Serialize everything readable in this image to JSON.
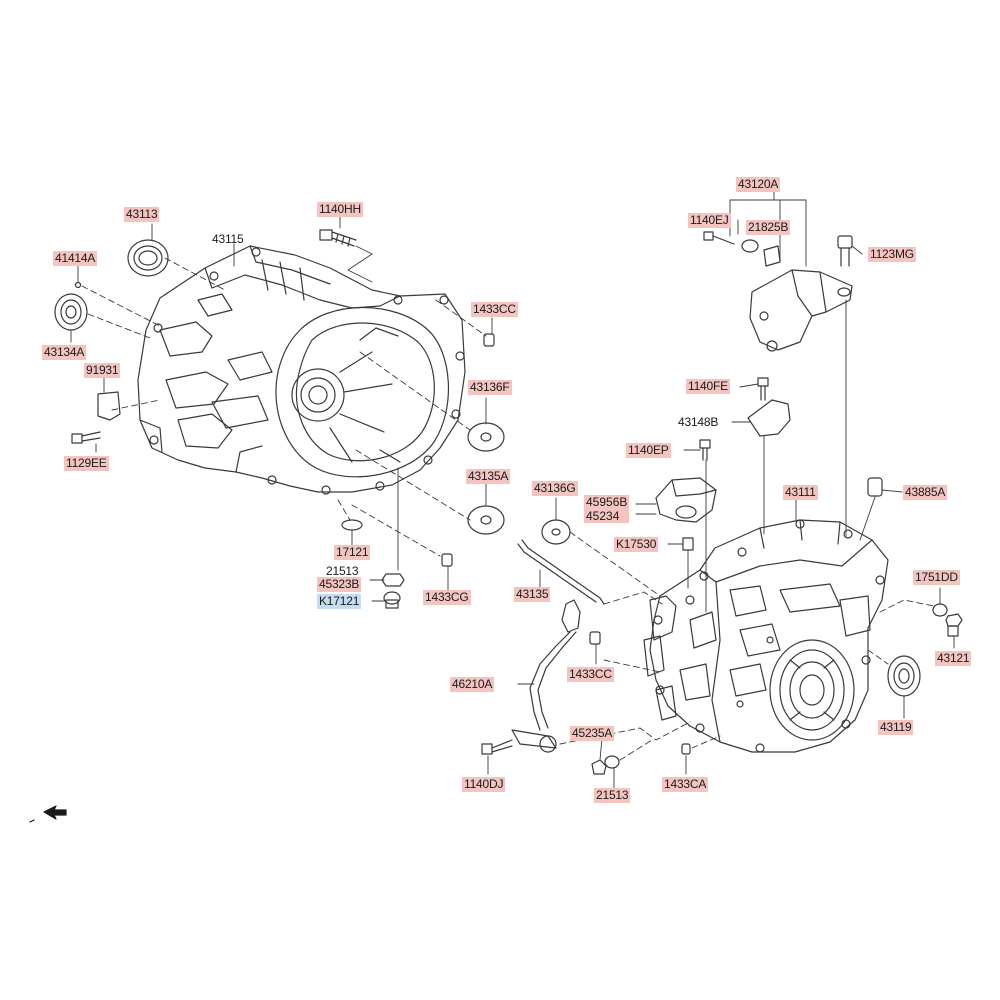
{
  "diagram": {
    "labels": [
      {
        "id": "l1140HH",
        "text": "1140HH"
      },
      {
        "id": "l43113",
        "text": "43113"
      },
      {
        "id": "l43115",
        "text": "43115"
      },
      {
        "id": "l41414A",
        "text": "41414A"
      },
      {
        "id": "l43134A",
        "text": "43134A"
      },
      {
        "id": "l91931",
        "text": "91931"
      },
      {
        "id": "l1129EE",
        "text": "1129EE"
      },
      {
        "id": "l1433CC_top",
        "text": "1433CC"
      },
      {
        "id": "l43136F",
        "text": "43136F"
      },
      {
        "id": "l43135A",
        "text": "43135A"
      },
      {
        "id": "l17121",
        "text": "17121"
      },
      {
        "id": "l21513_top",
        "text": "21513"
      },
      {
        "id": "l45323B",
        "text": "45323B"
      },
      {
        "id": "lK17121",
        "text": "K17121"
      },
      {
        "id": "l1433CG",
        "text": "1433CG"
      },
      {
        "id": "l43120A",
        "text": "43120A"
      },
      {
        "id": "l1140EJ",
        "text": "1140EJ"
      },
      {
        "id": "l21825B",
        "text": "21825B"
      },
      {
        "id": "l1123MG",
        "text": "1123MG"
      },
      {
        "id": "l1140FE",
        "text": "1140FE"
      },
      {
        "id": "l43148B",
        "text": "43148B"
      },
      {
        "id": "l1140EP",
        "text": "1140EP"
      },
      {
        "id": "l43111",
        "text": "43111"
      },
      {
        "id": "l43885A",
        "text": "43885A"
      },
      {
        "id": "l43136G",
        "text": "43136G"
      },
      {
        "id": "l45956B",
        "text": "45956B"
      },
      {
        "id": "l45234",
        "text": "45234"
      },
      {
        "id": "lK17530",
        "text": "K17530"
      },
      {
        "id": "l43135",
        "text": "43135"
      },
      {
        "id": "l1751DD",
        "text": "1751DD"
      },
      {
        "id": "l43121",
        "text": "43121"
      },
      {
        "id": "l46210A",
        "text": "46210A"
      },
      {
        "id": "l1433CC_bot",
        "text": "1433CC"
      },
      {
        "id": "l43119",
        "text": "43119"
      },
      {
        "id": "l45235A",
        "text": "45235A"
      },
      {
        "id": "l1140DJ",
        "text": "1140DJ"
      },
      {
        "id": "l21513_bot",
        "text": "21513"
      },
      {
        "id": "l1433CA",
        "text": "1433CA"
      }
    ]
  }
}
